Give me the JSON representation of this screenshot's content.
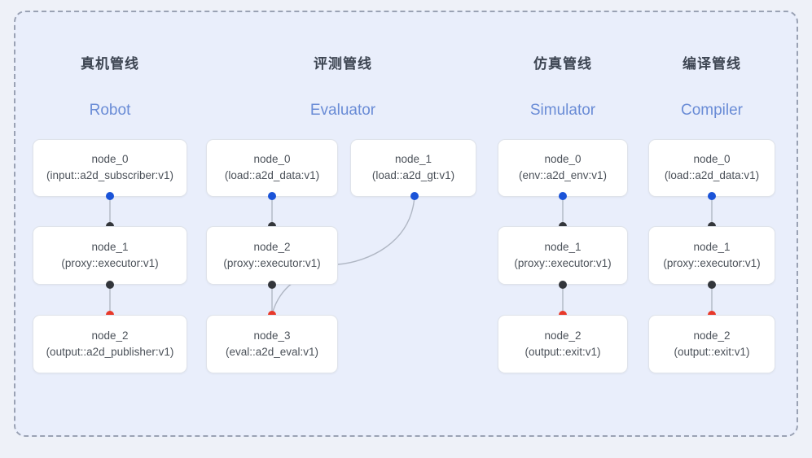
{
  "panel": {
    "border_style": "dashed",
    "border_color": "#9aa2b4",
    "background": "#e9eefb"
  },
  "colors": {
    "accent_blue": "#1a53d8",
    "accent_red": "#e8392a",
    "port_black": "#33363b",
    "subtitle_blue": "#6a8cd6",
    "title_gray": "#3d4552",
    "edge_gray": "#b0b7c4",
    "page_background": "#eef1f8"
  },
  "columns": [
    {
      "title": "真机管线",
      "subtitle": "Robot",
      "nodes": [
        {
          "name": "node_0",
          "type": "(input::a2d_subscriber:v1)"
        },
        {
          "name": "node_1",
          "type": "(proxy::executor:v1)"
        },
        {
          "name": "node_2",
          "type": "(output::a2d_publisher:v1)"
        }
      ]
    },
    {
      "title": "评测管线",
      "subtitle": "Evaluator",
      "nodes": [
        {
          "name": "node_0",
          "type": "(load::a2d_data:v1)"
        },
        {
          "name": "node_1",
          "type": "(load::a2d_gt:v1)"
        },
        {
          "name": "node_2",
          "type": "(proxy::executor:v1)"
        },
        {
          "name": "node_3",
          "type": "(eval::a2d_eval:v1)"
        }
      ]
    },
    {
      "title": "仿真管线",
      "subtitle": "Simulator",
      "nodes": [
        {
          "name": "node_0",
          "type": "(env::a2d_env:v1)"
        },
        {
          "name": "node_1",
          "type": "(proxy::executor:v1)"
        },
        {
          "name": "node_2",
          "type": "(output::exit:v1)"
        }
      ]
    },
    {
      "title": "编译管线",
      "subtitle": "Compiler",
      "nodes": [
        {
          "name": "node_0",
          "type": "(load::a2d_data:v1)"
        },
        {
          "name": "node_1",
          "type": "(proxy::executor:v1)"
        },
        {
          "name": "node_2",
          "type": "(output::exit:v1)"
        }
      ]
    }
  ]
}
